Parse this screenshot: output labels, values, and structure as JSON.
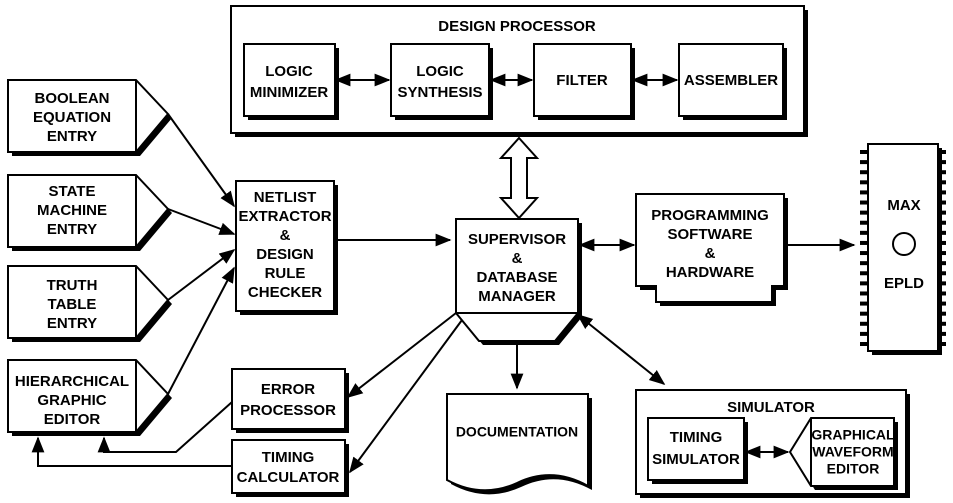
{
  "design_processor": {
    "title": "DESIGN PROCESSOR",
    "logic_minimizer": [
      "LOGIC",
      "MINIMIZER"
    ],
    "logic_synthesis": [
      "LOGIC",
      "SYNTHESIS"
    ],
    "filter": [
      "FILTER"
    ],
    "assembler": [
      "ASSEMBLER"
    ]
  },
  "inputs": {
    "boolean_entry": [
      "BOOLEAN",
      "EQUATION",
      "ENTRY"
    ],
    "state_machine_entry": [
      "STATE",
      "MACHINE",
      "ENTRY"
    ],
    "truth_table_entry": [
      "TRUTH",
      "TABLE",
      "ENTRY"
    ],
    "hierarchical_editor": [
      "HIERARCHICAL",
      "GRAPHIC",
      "EDITOR"
    ]
  },
  "netlist_extractor": [
    "NETLIST",
    "EXTRACTOR",
    "&",
    "DESIGN",
    "RULE",
    "CHECKER"
  ],
  "supervisor": [
    "SUPERVISOR",
    "&",
    "DATABASE",
    "MANAGER"
  ],
  "programming": [
    "PROGRAMMING",
    "SOFTWARE",
    "&",
    "HARDWARE"
  ],
  "device": {
    "top": "MAX",
    "bottom": "EPLD"
  },
  "error_processor": [
    "ERROR",
    "PROCESSOR"
  ],
  "timing_calculator": [
    "TIMING",
    "CALCULATOR"
  ],
  "documentation": [
    "DOCUMENTATION"
  ],
  "simulator": {
    "title": "SIMULATOR",
    "timing_simulator": [
      "TIMING",
      "SIMULATOR"
    ],
    "waveform_editor": [
      "GRAPHICAL",
      "WAVEFORM",
      "EDITOR"
    ]
  }
}
